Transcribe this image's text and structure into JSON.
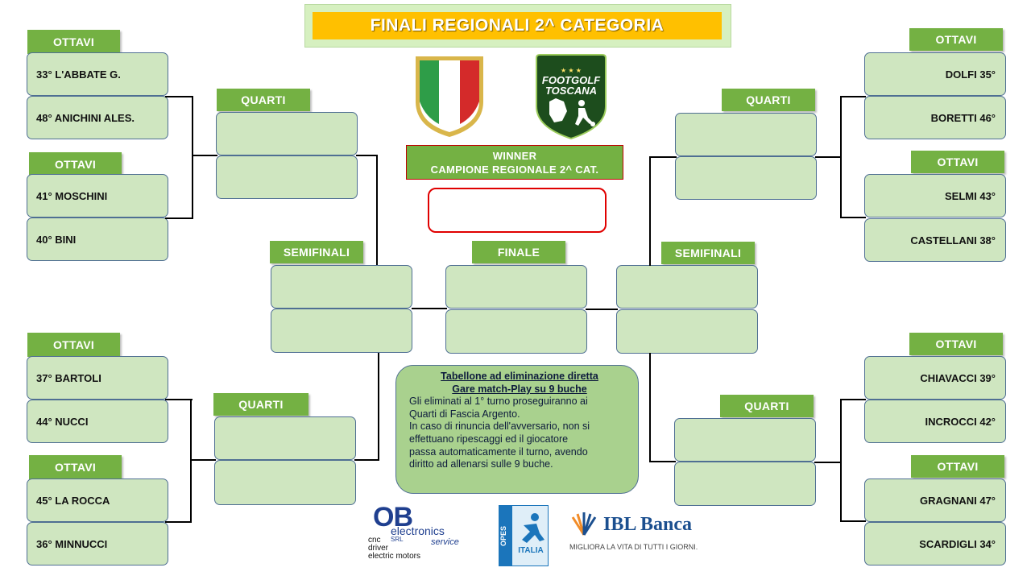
{
  "title": "FINALI REGIONALI 2^ CATEGORIA",
  "labels": {
    "ottavi": "OTTAVI",
    "quarti": "QUARTI",
    "semifinali": "SEMIFINALI",
    "finale": "FINALE"
  },
  "winner": {
    "line1": "WINNER",
    "line2": "CAMPIONE REGIONALE 2^ CAT."
  },
  "footgolf_logo": {
    "line1": "FOOTGOLF",
    "line2": "TOSCANA"
  },
  "left_players": [
    "33° L'ABBATE G.",
    "48° ANICHINI ALES.",
    "41° MOSCHINI",
    "40° BINI",
    "37° BARTOLI",
    "44° NUCCI",
    "45° LA ROCCA",
    "36° MINNUCCI"
  ],
  "right_players": [
    "DOLFI 35°",
    "BORETTI 46°",
    "SELMI 43°",
    "CASTELLANI 38°",
    "CHIAVACCI 39°",
    "INCROCCI 42°",
    "GRAGNANI 47°",
    "SCARDIGLI 34°"
  ],
  "info": {
    "title1": "Tabellone ad eliminazione diretta",
    "title2": "Gare match-Play su 9 buche",
    "lines": [
      "Gli eliminati al 1° turno proseguiranno ai",
      "Quarti di Fascia Argento.",
      "In caso di rinuncia dell'avversario, non si",
      "effettuano ripescaggi ed il giocatore",
      "passa automaticamente il turno,  avendo",
      "diritto ad allenarsi sulle 9 buche."
    ]
  },
  "sponsors": {
    "ob": {
      "big": "OB",
      "sub1": "electronics",
      "sub2": "SRL",
      "sub3": "service",
      "items": [
        "cnc",
        "driver",
        "electric motors"
      ]
    },
    "opes": {
      "name": "OPES",
      "country": "ITALIA"
    },
    "ibl": {
      "name": "IBL Banca",
      "slogan": "MIGLIORA LA VITA DI TUTTI I GIORNI."
    }
  },
  "colors": {
    "label_green": "#74b143",
    "box_green": "#cfe6c0",
    "title_yellow": "#ffc000",
    "winner_red": "#e00000"
  }
}
